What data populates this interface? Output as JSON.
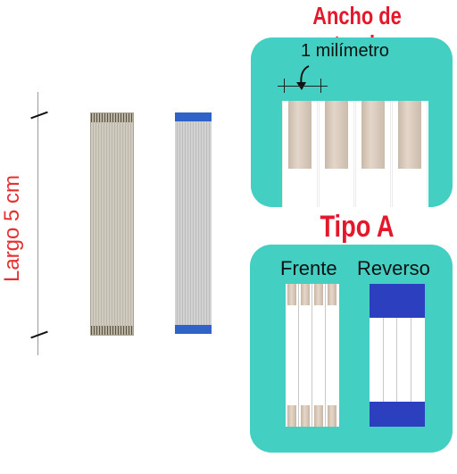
{
  "left": {
    "length_label": "Largo 5 cm"
  },
  "top_section": {
    "title": "Ancho de track",
    "measure_label": "1 milímetro",
    "track_count": 4
  },
  "bottom_section": {
    "title": "Tipo A",
    "front_label": "Frente",
    "back_label": "Reverso"
  },
  "colors": {
    "title_red": "#e4172b",
    "dimension_red": "#e63131",
    "panel_teal": "#44cfc3",
    "connector_blue": "#2f63c7"
  },
  "icons": {
    "measure_arrow": "curved-arrow-down-icon"
  }
}
